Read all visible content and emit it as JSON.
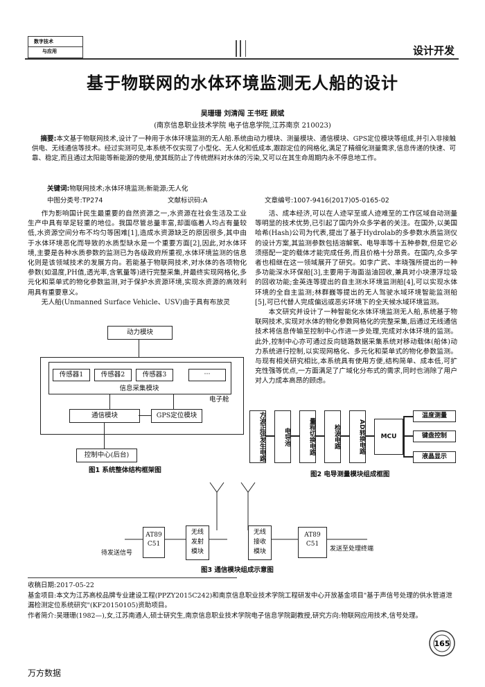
{
  "header": {
    "logo_line1": "数字技术",
    "logo_line2": "与应用",
    "section": "设计开发"
  },
  "article": {
    "title": "基于物联网的水体环境监测无人船的设计",
    "authors": "吴珊珊  刘清闯  王书旺  顾斌",
    "affiliation": "(南京信息职业技术学院 电子信息学院,江苏南京  210023)",
    "abstract_label": "摘要:",
    "abstract": "本文基于物联网技术,设计了一种用于水体环境监测的无人船.系统由动力模块、测量模块、通信模块、GPS定位模块等组成,并引入非接触供电、无线通信等技术。经过实测可见,本系统不仅实现了小型化、无人化和低成本,跟踪定位的网格化,满足了精细化测量需求,信息传递的快速、可靠、稳定,而且通过太阳能等新能源的使用,使其既防止了传统燃料对水体的污染,又可以在其生命周期内永不停息地工作。",
    "keywords_label": "关键词:",
    "keywords": "物联网技术;水体环境监测;新能源;无人化",
    "clc": "中图分类号:TP274",
    "doc_code": "文献标识码:A",
    "article_no": "文章编号:1007-9416(2017)05-0165-02"
  },
  "body": {
    "left_p1": "作为影响国计民生最重要的自然资源之一,水资源在社会生活及工业生产中具有举足轻重的地位。我国尽管总量丰富,却面临着人均占有量较低,水资源空间分布不均匀等困难[1],造成水资源缺乏的原因很多,其中由于水体环境恶化而导致的水质型缺水是一个重要方面[2],因此,对水体环境,主要是各种水质参数的监测已为各级政府所重视,水体环境监测的信息化则是该领域技术的发展方向。若能基于物联网技术,对水体的各项物化参数(如温度,PH值,透光率,含氧量等)进行完整采集,并最终实现网格化,多元化和菜单式的物化参数监测,对于保护水资源环境,实现水资源的高效利用具有重要意义。",
    "left_p2": "无人船(Unmanned Surface Vehicle、USV)由于具有布放灵",
    "right_p1": "活、成本经济,可以在人迹罕至或人迹难至的工作区域自动测量等明显的技术优势,已引起了国内外众多学者的关注。在国外,以美国哈希(Hash)公司为代表,提出了基于Hydrolab的多参数水质监测仪的设计方案,其监测参数包括溶解氧、电导率等十五种参数,但是它必须搭配一定的载体才能完成任务,而且价格十分昂贵。在国内,众多学者也相继在这一领域展开了研究。如李广武、丰晓强所提出的一种多功能深水环保船[3],主要用于海面溢油回收,兼具对小块漂浮垃圾的回收功能;金英连等提出的自主测水环境监测船[4],可以实现水体环境的全自主监测;林群巍等提出的无人驾驶水域环境智能监测船[5],可已代替人完成偏远或恶劣环境下的全天候水域环境监测。",
    "right_p2": "本文研究并设计了一种智能化水体环境监测无人船,系统基于物联网技术,实现对水体的物化参数网格化的完整采集,后通过无线通信技术将信息传输至控制中心作进一步处理,完成对水体环境的监测。此外,控制中心亦可通过反向链路数据采集系统对移动载体(船体)动力系统进行控制,以实现网格化、多元化和菜单式的物化参数监测。与现有相关研究相比,本系统具有使用方便,结构简单、成本低,可扩充性强等优点,一方面满足了广域化分布式的需求,同时也消除了用户对人力成本高昂的顾虑。"
  },
  "fig1": {
    "power": "动力模块",
    "sensor1": "传感器1",
    "sensor2": "传感器2",
    "sensor3": "传感器3",
    "ellipsis": "···",
    "acq": "信息采集模块",
    "boat": "电子舱",
    "comm": "通信模块",
    "gps": "GPS定位模块",
    "control": "控制中心(后台)",
    "caption": "图1 系统整体结构框架图"
  },
  "fig2": {
    "b1": "方波正弦发生电路",
    "b2": "电导池",
    "b3": "量程切换电路",
    "b4": "检波电路",
    "b5": "AD转换电路",
    "mcu": "MCU",
    "r1": "温度测量",
    "r2": "键盘控制",
    "r3": "液晶显示",
    "caption": "图2 电导测量模块组成框图"
  },
  "fig3": {
    "at89_l1": "AT89",
    "at89_l2": "C51",
    "tx_l1": "无线",
    "tx_l2": "发射",
    "tx_l3": "模块",
    "rx_l1": "无线",
    "rx_l2": "接收",
    "rx_l3": "模块",
    "in_label": "待发送信号",
    "out_label": "发送至处理终端",
    "caption": "图3 通信模块组成示意图"
  },
  "footer": {
    "received": "收稿日期:2017-05-22",
    "fund": "基金项目:本文为江苏高校品牌专业建设工程(PPZY2015C242)和南京信息职业技术学院工程研发中心开放基金项目\"基于声信号处理的供水管道泄漏检测定位系统研究\"(KF20150105)资助项目。",
    "author_bio": "作者简介:吴珊珊(1982—),女,江苏南通人,硕士研究生,南京信息职业技术学院电子信息学院副教授,研究方向:物联网应用技术,信号处理。",
    "page_number": "165",
    "source": "万方数据"
  }
}
